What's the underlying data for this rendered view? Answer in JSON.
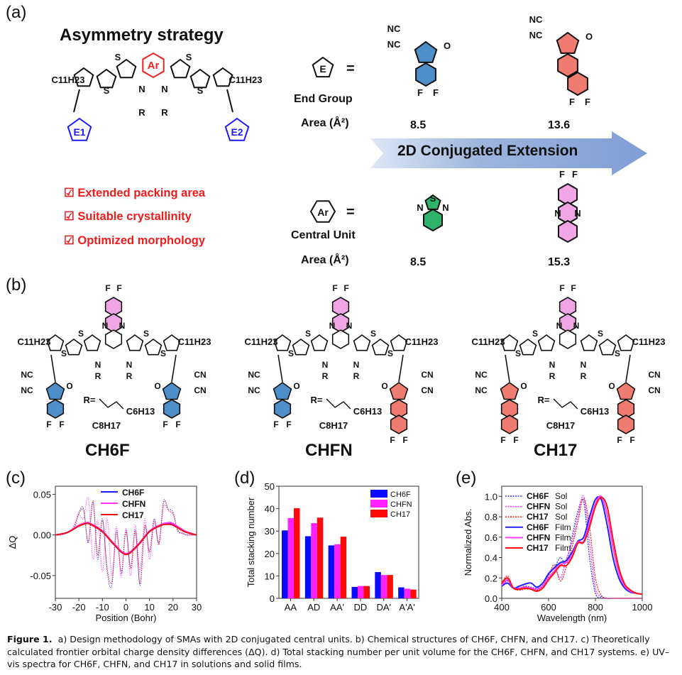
{
  "panel_labels": {
    "a": "(a)",
    "b": "(b)",
    "c": "(c)",
    "d": "(d)",
    "e": "(e)"
  },
  "panel_a": {
    "title": "Asymmetry strategy",
    "checklist": [
      "☑ Extended packing area",
      "☑ Suitable crystallinity",
      "☑ Optimized morphology"
    ],
    "end_group_symbol": "E",
    "central_unit_symbol": "Ar",
    "equals": "=",
    "end_group_label": "End Group",
    "central_unit_label": "Central Unit",
    "area_label": "Area (Å²)",
    "end_group_areas": [
      "8.5",
      "13.6"
    ],
    "central_unit_areas": [
      "8.5",
      "15.3"
    ],
    "arrow_text": "2D Conjugated Extension",
    "E1": "E1",
    "E2": "E2"
  },
  "atoms": {
    "S": "S",
    "N": "N",
    "F": "F",
    "O": "O",
    "R": "R",
    "NC": "NC",
    "CN": "CN",
    "C11H23": "C11H23",
    "R_eq": "R=",
    "C6H13": "C6H13",
    "C8H17": "C8H17"
  },
  "molecules": [
    {
      "name": "CH6F",
      "left_end": "blue",
      "right_end": "blue"
    },
    {
      "name": "CHFN",
      "left_end": "blue",
      "right_end": "red"
    },
    {
      "name": "CH17",
      "left_end": "red",
      "right_end": "red"
    }
  ],
  "colors": {
    "blue_end": "#4f8fc9",
    "red_end": "#f07b70",
    "pink_core": "#f0a6e6",
    "green_core": "#2fb26a",
    "ar_red": "#ee2222",
    "e_blue": "#1a1aff",
    "arrow": "#8fa8d8"
  },
  "chart_data": [
    {
      "type": "line",
      "title": "",
      "xlabel": "Position (Bohr)",
      "ylabel": "ΔQ",
      "xlim": [
        -30,
        30
      ],
      "ylim": [
        -0.078,
        0.06
      ],
      "xticks": [
        "-30",
        "-20",
        "-10",
        "0",
        "10",
        "20",
        "30"
      ],
      "yticks": [
        "0.05",
        "0.00",
        "-0.05"
      ],
      "legend": [
        "CH6F",
        "CHFN",
        "CH17"
      ],
      "legend_position": "top",
      "smooth_x": [
        -30,
        -25,
        -20,
        -17,
        -15,
        -10,
        -5,
        0,
        5,
        10,
        15,
        18,
        20,
        25,
        30
      ],
      "series": [
        {
          "name": "CH6F",
          "color": "#1a1aff",
          "smooth": [
            0,
            0.003,
            0.011,
            0.014,
            0.013,
            0.004,
            -0.012,
            -0.024,
            -0.013,
            0.004,
            0.012,
            0.014,
            0.013,
            0.004,
            0
          ]
        },
        {
          "name": "CHFN",
          "color": "#ff33ff",
          "smooth": [
            0,
            0.003,
            0.012,
            0.015,
            0.014,
            0.005,
            -0.011,
            -0.023,
            -0.012,
            0.005,
            0.013,
            0.015,
            0.014,
            0.005,
            0
          ]
        },
        {
          "name": "CH17",
          "color": "#ee1111",
          "smooth": [
            0,
            0.003,
            0.011,
            0.014,
            0.013,
            0.004,
            -0.012,
            -0.024,
            -0.013,
            0.004,
            0.012,
            0.013,
            0.012,
            0.004,
            0
          ]
        }
      ],
      "dotted_x": [
        -30,
        -28,
        -26,
        -24,
        -22,
        -20,
        -18,
        -16,
        -14,
        -12,
        -10,
        -8,
        -6,
        -4,
        -2,
        0,
        2,
        4,
        6,
        8,
        10,
        12,
        14,
        16,
        18,
        20,
        22,
        24,
        26,
        28,
        30
      ],
      "dotted": [
        {
          "name": "CH6F",
          "values": [
            0,
            0,
            0.002,
            0.005,
            0.01,
            0.028,
            0.032,
            -0.01,
            0.04,
            -0.03,
            0.02,
            -0.045,
            -0.062,
            0.005,
            -0.048,
            0.006,
            -0.04,
            0.006,
            -0.062,
            0.01,
            -0.02,
            0.02,
            -0.01,
            0.04,
            0.032,
            0.028,
            0.005,
            0.002,
            0,
            0,
            0
          ]
        },
        {
          "name": "CHFN",
          "values": [
            0,
            0,
            0.001,
            0.004,
            0.012,
            0.025,
            0.02,
            0.045,
            -0.03,
            0.018,
            -0.045,
            0.02,
            -0.05,
            0.01,
            -0.052,
            0.008,
            -0.05,
            0.012,
            -0.045,
            0.02,
            -0.03,
            0.015,
            -0.01,
            0.035,
            0.03,
            0.025,
            0.006,
            0.002,
            0,
            0,
            0
          ]
        },
        {
          "name": "CH17",
          "values": [
            0,
            0,
            0.002,
            0.005,
            0.008,
            0.026,
            0.03,
            -0.008,
            0.042,
            -0.025,
            0.018,
            -0.04,
            -0.058,
            0.003,
            -0.045,
            0.004,
            -0.042,
            0.004,
            -0.06,
            0.012,
            -0.022,
            0.018,
            -0.012,
            0.042,
            0.03,
            0.026,
            0.006,
            0.002,
            0,
            0,
            0
          ]
        }
      ]
    },
    {
      "type": "bar",
      "title": "",
      "xlabel": "",
      "ylabel": "Total stacking number",
      "ylim": [
        0,
        50
      ],
      "yticks": [
        "0",
        "10",
        "20",
        "30",
        "40",
        "50"
      ],
      "categories": [
        "AA",
        "AD",
        "AA'",
        "DD",
        "DA'",
        "A'A'"
      ],
      "legend_position": "top-right",
      "series": [
        {
          "name": "CH6F",
          "color": "#0a0aff",
          "values": [
            30.3,
            27.7,
            23.6,
            5.1,
            11.7,
            4.9
          ]
        },
        {
          "name": "CHFN",
          "color": "#ff22ff",
          "values": [
            35.8,
            33.5,
            24.1,
            5.5,
            10.4,
            4.3
          ]
        },
        {
          "name": "CH17",
          "color": "#ff0a0a",
          "values": [
            40.2,
            36.0,
            27.5,
            5.5,
            10.4,
            3.9
          ]
        }
      ]
    },
    {
      "type": "line",
      "title": "",
      "xlabel": "Wavelength (nm)",
      "ylabel": "Normalized Abs.",
      "xlim": [
        400,
        1000
      ],
      "ylim": [
        0,
        1.1
      ],
      "xticks": [
        "400",
        "600",
        "800",
        "1000"
      ],
      "yticks": [
        "0.0",
        "0.2",
        "0.4",
        "0.6",
        "0.8",
        "1.0"
      ],
      "legend_position": "top-left",
      "x": [
        400,
        425,
        450,
        475,
        500,
        525,
        550,
        575,
        600,
        625,
        650,
        675,
        700,
        725,
        750,
        775,
        800,
        825,
        850,
        875,
        900,
        925,
        950,
        975,
        1000
      ],
      "series": [
        {
          "name": "CH6F",
          "suffix": "Sol",
          "style": "dotted",
          "color": "#3333ff",
          "values": [
            0.12,
            0.17,
            0.1,
            0.1,
            0.12,
            0.11,
            0.1,
            0.15,
            0.25,
            0.3,
            0.4,
            0.35,
            0.6,
            0.85,
            0.95,
            0.4,
            0.05,
            0.01,
            0,
            0,
            0,
            0,
            0,
            0,
            0
          ]
        },
        {
          "name": "CHFN",
          "suffix": "Sol",
          "style": "dotted",
          "color": "#ff33ff",
          "values": [
            0.13,
            0.2,
            0.1,
            0.09,
            0.1,
            0.1,
            0.09,
            0.13,
            0.24,
            0.3,
            0.2,
            0.38,
            0.55,
            0.8,
            1.0,
            0.55,
            0.1,
            0.02,
            0,
            0,
            0,
            0,
            0,
            0,
            0
          ]
        },
        {
          "name": "CH17",
          "suffix": "Sol",
          "style": "dotted",
          "color": "#ee2222",
          "values": [
            0.15,
            0.22,
            0.1,
            0.08,
            0.09,
            0.09,
            0.08,
            0.12,
            0.22,
            0.33,
            0.17,
            0.3,
            0.5,
            0.75,
            0.98,
            0.7,
            0.2,
            0.03,
            0,
            0,
            0,
            0,
            0,
            0,
            0
          ]
        },
        {
          "name": "CH6F",
          "suffix": "Film",
          "style": "solid",
          "color": "#2222ff",
          "values": [
            0.12,
            0.15,
            0.1,
            0.12,
            0.14,
            0.15,
            0.11,
            0.15,
            0.24,
            0.3,
            0.35,
            0.37,
            0.45,
            0.56,
            0.6,
            0.8,
            0.97,
            0.97,
            0.72,
            0.4,
            0.2,
            0.1,
            0.06,
            0.05,
            0.04
          ]
        },
        {
          "name": "CHFN",
          "suffix": "Film",
          "style": "solid",
          "color": "#ff44ff",
          "values": [
            0.13,
            0.18,
            0.1,
            0.1,
            0.11,
            0.1,
            0.09,
            0.12,
            0.2,
            0.27,
            0.33,
            0.35,
            0.42,
            0.55,
            0.56,
            0.74,
            0.93,
            1.0,
            0.82,
            0.5,
            0.25,
            0.12,
            0.07,
            0.05,
            0.04
          ]
        },
        {
          "name": "CH17",
          "suffix": "Film",
          "style": "solid",
          "color": "#ff1111",
          "values": [
            0.15,
            0.2,
            0.1,
            0.09,
            0.1,
            0.09,
            0.07,
            0.1,
            0.18,
            0.25,
            0.32,
            0.32,
            0.4,
            0.54,
            0.55,
            0.7,
            0.9,
            0.99,
            0.9,
            0.58,
            0.3,
            0.14,
            0.08,
            0.05,
            0.04
          ]
        }
      ]
    }
  ],
  "caption": {
    "label": "Figure 1.",
    "text": "a) Design methodology of SMAs with 2D conjugated central units. b) Chemical structures of CH6F, CHFN, and CH17. c) Theoretically calculated frontier orbital charge density differences (ΔQ). d) Total stacking number per unit volume for the CH6F, CHFN, and CH17 systems. e) UV–vis spectra for CH6F, CHFN, and CH17 in solutions and solid films."
  }
}
